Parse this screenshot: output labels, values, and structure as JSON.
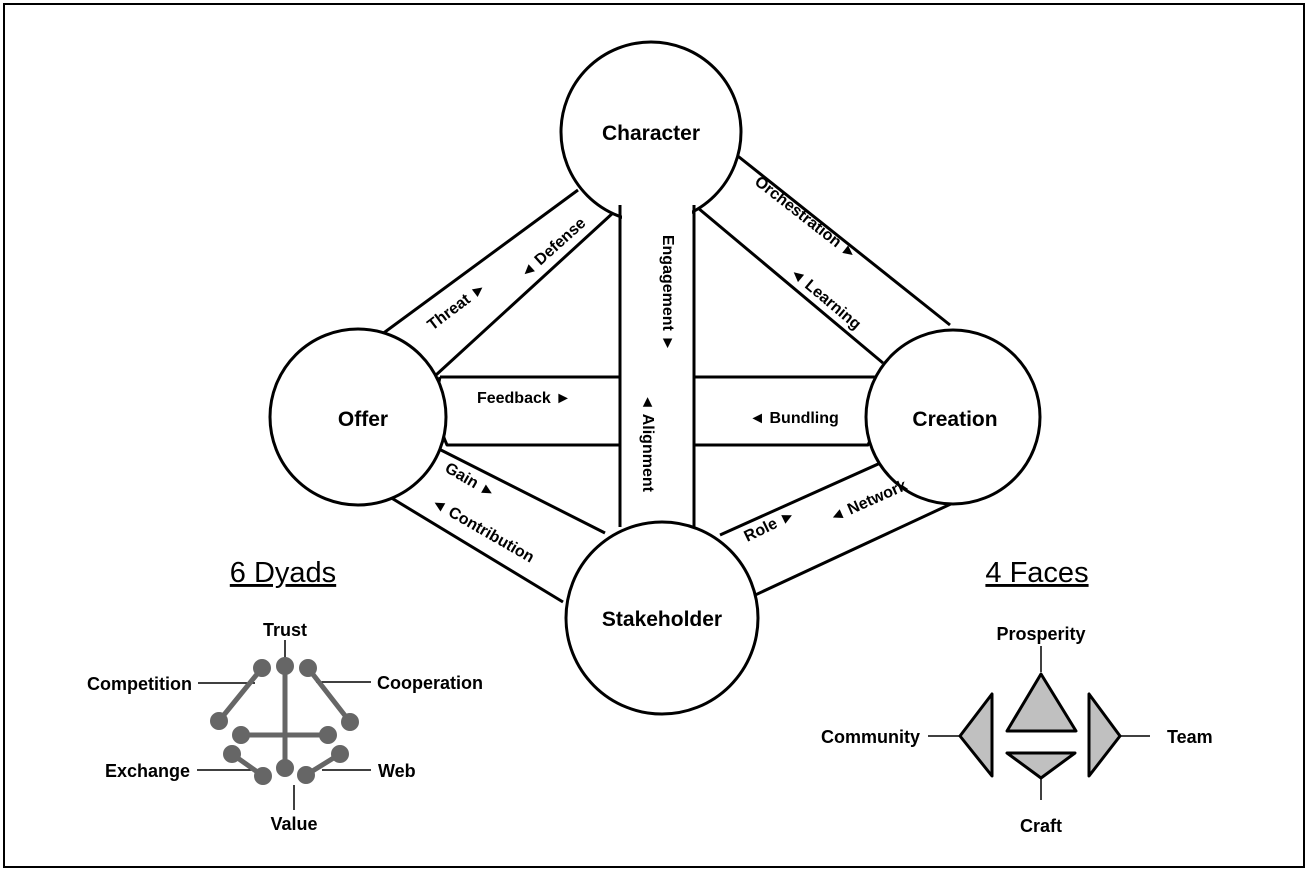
{
  "nodes": {
    "character": "Character",
    "offer": "Offer",
    "creation": "Creation",
    "stakeholder": "Stakeholder"
  },
  "links": {
    "threat": "Threat ►",
    "defense": "◄ Defense",
    "orchestration": "Orchestration ►",
    "learning": "◄ Learning",
    "engagement": "Engagement ►",
    "alignment": "◄ Alignment",
    "feedback": "Feedback ►",
    "bundling": "◄ Bundling",
    "gain": "Gain ►",
    "contribution": "◄ Contribution",
    "role": "Role ►",
    "network": "◄ Network"
  },
  "dyads": {
    "heading": "6 Dyads",
    "trust": "Trust",
    "competition": "Competition",
    "cooperation": "Cooperation",
    "exchange": "Exchange",
    "web": "Web",
    "value": "Value"
  },
  "faces": {
    "heading": "4 Faces",
    "prosperity": "Prosperity",
    "community": "Community",
    "team": "Team",
    "craft": "Craft"
  },
  "colors": {
    "line": "#000000",
    "dyad_gray": "#666666",
    "face_fill": "#c0c0c0"
  }
}
